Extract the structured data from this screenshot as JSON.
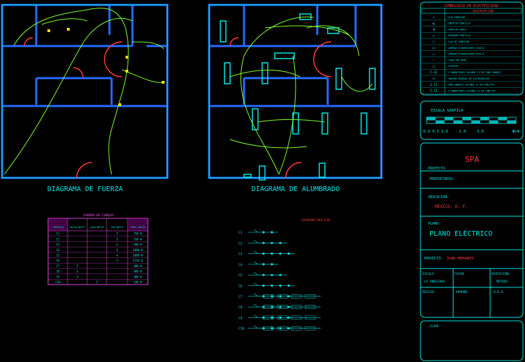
{
  "drawing": {
    "title_power": "DIAGRAMA DE FUERZA",
    "title_lighting": "DIAGRAMA DE ALUMBRADO"
  },
  "legend": {
    "title": "SIMBOLOGÍA DE ELECTRICIDAD",
    "col_symbol": "",
    "col_desc": "DESCRIPCIÓN",
    "items": [
      "CAJA TOMACORR.",
      "CONTACTO SENCILLO",
      "CONTACTO DOBLE",
      "APAGADOR SENCILLO",
      "CAJA DE CONEXIÓN",
      "LÁMPARA FLUORESCENTE 2X40 W",
      "LÁMPARA FLUORESCENTE 2X20 W",
      "LÍNEA POR MURO",
      "CIRCUITO",
      "2 CONDUCTORES CALIBRE 12 EN TUBO CONDUIT",
      "TABLERO GENERAL DE DISTRIBUCIÓN",
      "TUBO CONDUIT CALIBRE 12 EN TUBO PVC",
      "3 CONDUCTORES CALIBRE 12 EN TUBO PVC"
    ],
    "symbols": [
      "▭",
      "◐",
      "◑",
      "⊘",
      "▢",
      "▭▭",
      "▭",
      "—",
      "○",
      "2-12",
      "⊟",
      "3-12",
      "3-12"
    ]
  },
  "scale": {
    "label": "ESCALA GRÁFICA",
    "ticks": [
      "0.0",
      "0.5",
      "1.0",
      "2.0",
      "3.0",
      "5.0"
    ],
    "unit": "mts."
  },
  "title_block": {
    "project_label": "PROYECTO",
    "project_value": "SPA",
    "owner_label": "PROPIETARIO:",
    "owner_value": "",
    "location_label": "UBICACIÓN:",
    "location_value": "MÉXICO, D. F.",
    "plan_label": "PLANO:",
    "plan_value": "PLANO ELÉCTRICO",
    "designer_label": "PROYECTÓ:",
    "designer_value": "JUAN MENARES",
    "scale_label": "ESCALA",
    "scale_value": "LA INDICADA",
    "date_label": "FECHA",
    "date_value": "",
    "units_label": "ACOTACIÓN:",
    "units_value": "METROS",
    "reviewed_label": "REVISÓ",
    "approved_label": "APROBÓ",
    "drg_label": "D.R.O.",
    "key_label": "CLAVE"
  },
  "load_table": {
    "title": "CUADRO DE CARGAS",
    "headers": [
      "CIRCUITO",
      "50/40 WATTS",
      "2x20 WATTS",
      "250 WATTS",
      "TOTAL WATTS"
    ],
    "rows": [
      [
        "C1",
        "",
        "",
        "3",
        "750 W"
      ],
      [
        "C2",
        "",
        "",
        "3",
        "750 W"
      ],
      [
        "C3",
        "",
        "",
        "2",
        "500 W"
      ],
      [
        "C4",
        "",
        "",
        "4",
        "1000 W"
      ],
      [
        "C5",
        "",
        "",
        "4",
        "1000 W"
      ],
      [
        "C6",
        "",
        "",
        "5",
        "1250 W"
      ],
      [
        "C7",
        "5",
        "",
        "",
        "400 W"
      ],
      [
        "C8",
        "5",
        "",
        "",
        "400 W"
      ],
      [
        "C9",
        "5",
        "",
        "",
        "400 W"
      ],
      [
        "C10",
        "",
        "3",
        "",
        "240 W"
      ]
    ]
  },
  "unifilar": {
    "title": "DIAGRAMA UNIFILAR",
    "circuits": [
      "C1",
      "C2",
      "C3",
      "C4",
      "C5",
      "C6",
      "C7",
      "C8",
      "C9",
      "C10"
    ]
  }
}
